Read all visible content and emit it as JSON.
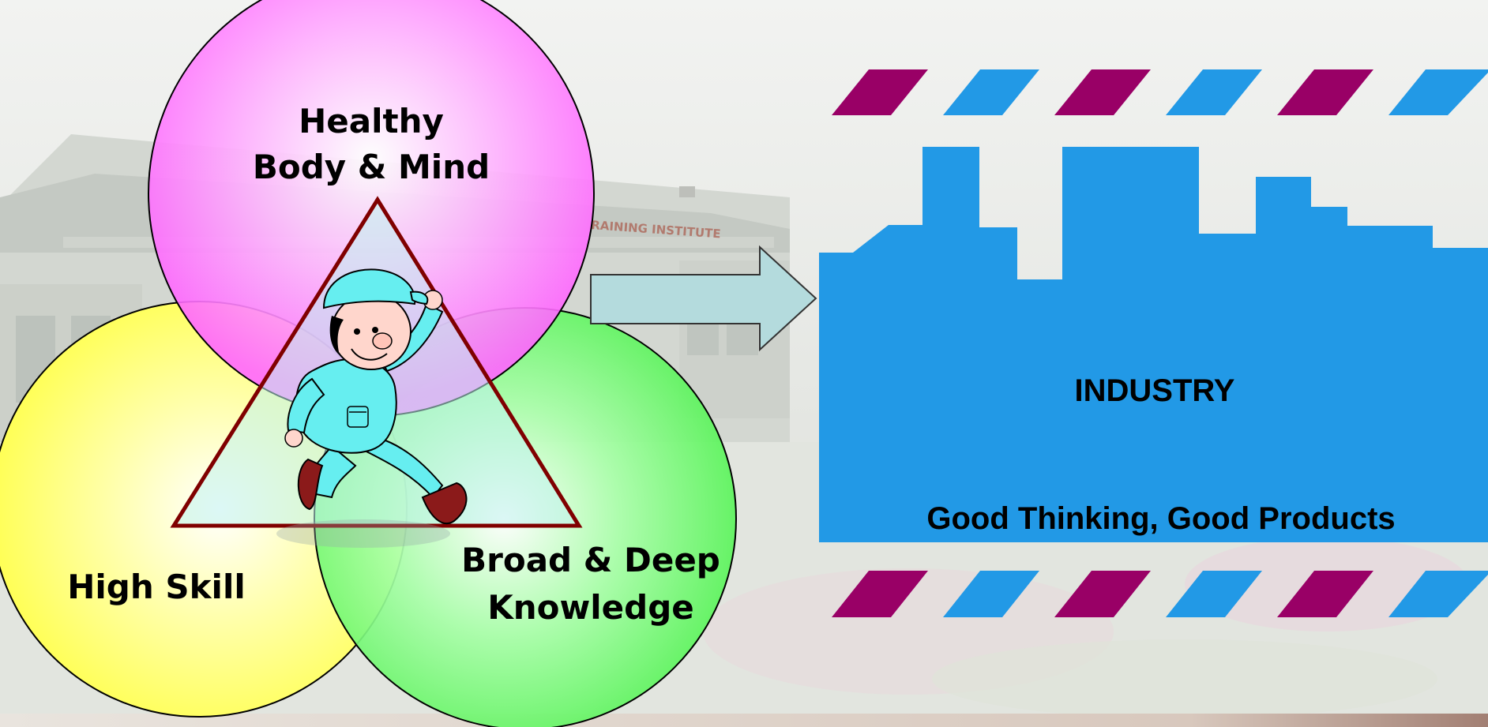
{
  "circles": {
    "top": {
      "line1": "Healthy",
      "line2": "Body & Mind",
      "color": "#ff66ff"
    },
    "left": {
      "line1": "High Skill",
      "color": "#ffff66"
    },
    "right": {
      "line1": "Broad & Deep",
      "line2": "Knowledge",
      "color": "#66ff66"
    }
  },
  "industry": {
    "title": "INDUSTRY",
    "slogan": "Good Thinking, Good Products",
    "color": "#2299e6"
  },
  "stripes": {
    "colors": [
      "#990066",
      "#2299e6"
    ]
  },
  "background": {
    "sign_text": "RAINING INSTITUTE"
  },
  "icons": [
    "worker-figure-icon",
    "arrow-right-icon",
    "factory-skyline-icon"
  ]
}
